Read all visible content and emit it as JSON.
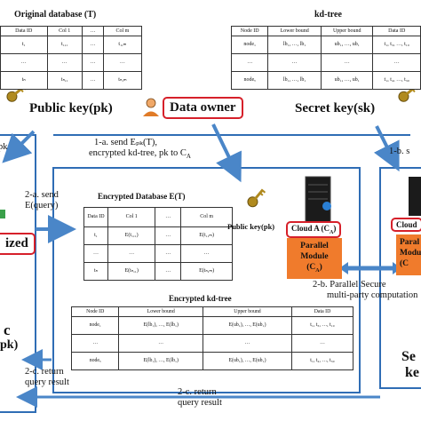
{
  "original_db": {
    "title": "Original  database (T)",
    "headers": [
      "Data ID",
      "Col 1",
      "…",
      "Col m"
    ],
    "rows": [
      [
        "t₁",
        "t₁,₁",
        "…",
        "t₁,ₘ"
      ],
      [
        "…",
        "…",
        "…",
        "…"
      ],
      [
        "tₙ",
        "tₙ,₁",
        "…",
        "tₙ,ₘ"
      ]
    ]
  },
  "kd_tree": {
    "title": "kd-tree",
    "headers": [
      "Node ID",
      "Lower bound",
      "Upper bound",
      "Data ID"
    ],
    "rows": [
      [
        "node₁",
        "lb₁, …, lb₁",
        "ub₁, …, ub₁",
        "t₁, t₃, …, t₁₀"
      ],
      [
        "…",
        "…",
        "…",
        "…"
      ],
      [
        "nodeₓ",
        "lb₁, …, lb₁",
        "ub₁, …, ub₁",
        "t₁, t₄, …, t₃₀"
      ]
    ]
  },
  "labels": {
    "public_key": "Public key(pk)",
    "data_owner": "Data owner",
    "secret_key": "Secret key(sk)",
    "pk_left": "pk",
    "step_1a": "1-a. send Eₚₖ(T),",
    "step_1a_b": "encrypted kd-tree, pk to C",
    "step_1a_sub": "A",
    "step_1b": "1-b. s",
    "step_2a": "2-a. send",
    "step_2a_b": "E(query)",
    "authorized": "ized",
    "left_c": "c",
    "left_pk": "pk)",
    "step_2c_left": "2-c. return",
    "step_2c_left_b": "query result",
    "step_2c_bottom": "2-c. return",
    "step_2c_bottom_b": "query result",
    "step_2b": "2-b. Parallel  Secure",
    "step_2b_b": "multi-party  computation",
    "right_se": "Se",
    "right_ke": "ke"
  },
  "cloud_a": {
    "public_key": "Public key(pk)",
    "name": "Cloud  A (C",
    "name_sub": "A",
    "module_line1": "Parallel",
    "module_line2": "Module",
    "module_line3": "(C",
    "module_sub": "A"
  },
  "cloud_b": {
    "name": "Cloud",
    "module_line1": "Paral",
    "module_line2": "Modu",
    "module_line3": "(C"
  },
  "enc_db": {
    "title": "Encrypted Database E(T)",
    "headers": [
      "Data ID",
      "Col 1",
      "…",
      "Col m"
    ],
    "rows": [
      [
        "t₁",
        "E(t₁,₁)",
        "…",
        "E(t₁,ₘ)"
      ],
      [
        "…",
        "…",
        "…",
        "…"
      ],
      [
        "tₙ",
        "E(tₙ,₁)",
        "…",
        "E(tₙ,ₘ)"
      ]
    ]
  },
  "enc_kd": {
    "title": "Encrypted kd-tree",
    "headers": [
      "Node ID",
      "Lower bound",
      "Upper bound",
      "Data ID"
    ],
    "rows": [
      [
        "node₁",
        "E(lb₁), …, E(lb₁)",
        "E(ub₁), …, E(ub₁)",
        "t₁, t₃, …, t₁₀"
      ],
      [
        "…",
        "…",
        "…",
        "…"
      ],
      [
        "nodeₓ",
        "E(lb₁), …, E(lb₁)",
        "E(ub₁), …, E(ub₁)",
        "t₁, t₄, …, t₃₀"
      ]
    ]
  },
  "colors": {
    "red": "#d6202a",
    "blue": "#2f6db5",
    "arrow": "#4a86c8",
    "orange": "#f07b2c"
  }
}
